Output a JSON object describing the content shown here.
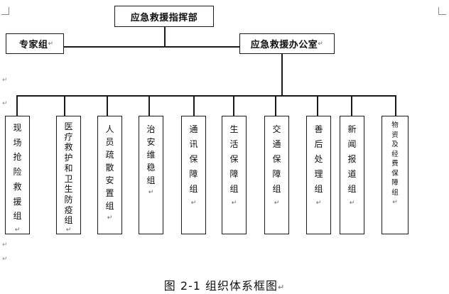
{
  "top_box": {
    "label": "应急救援指挥部"
  },
  "expert_box": {
    "label": "专家组"
  },
  "office_box": {
    "label": "应急救援办公室"
  },
  "groups": [
    {
      "label": "现场抢险救援组"
    },
    {
      "label": "医疗救护和卫生防疫组"
    },
    {
      "label": "人员疏散安置组"
    },
    {
      "label": "治安维稳组"
    },
    {
      "label": "通讯保障组"
    },
    {
      "label": "生活保障组"
    },
    {
      "label": "交通保障组"
    },
    {
      "label": "善后处理组"
    },
    {
      "label": "新闻报道组"
    },
    {
      "label": "物资及经费保障组"
    }
  ],
  "caption": "图 2-1  组织体系框图",
  "mark_symbol": "↵"
}
